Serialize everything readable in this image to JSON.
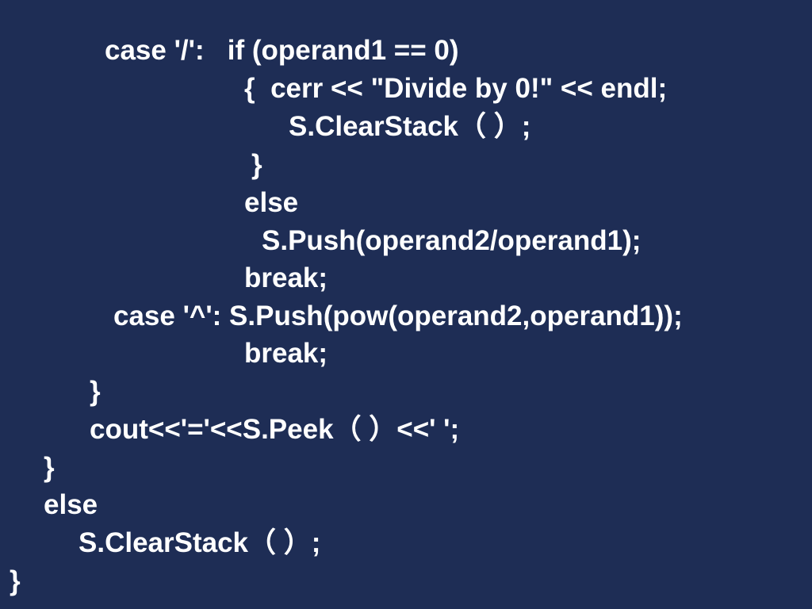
{
  "code_lines": [
    "case '/':   if (operand1 == 0)",
    "{  cerr << \"Divide by 0!\" << endl;",
    "S.ClearStack（ ）;",
    "}",
    "else",
    "S.Push(operand2/operand1);",
    "break;",
    "case '^': S.Push(pow(operand2,operand1));",
    "break;",
    "}",
    "cout<<'='<<S.Peek（ ）<<' ';",
    "}",
    "else",
    "S.ClearStack（ ）;",
    "}"
  ],
  "text_color": "#ffffff",
  "background_color": "#1e2d55"
}
